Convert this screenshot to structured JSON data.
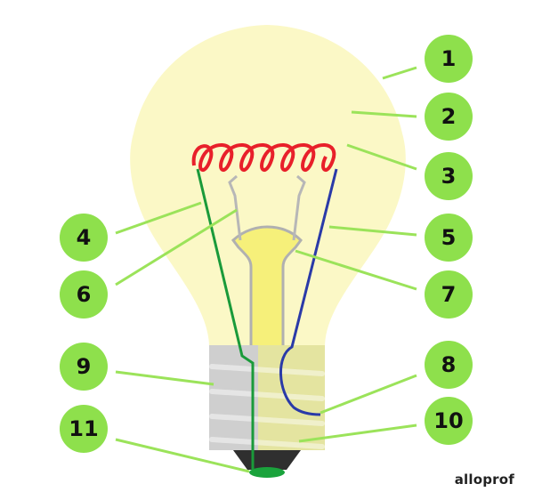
{
  "diagram": {
    "colors": {
      "glass": "#fbf8c6",
      "base_light": "#e4e4a0",
      "base_grey": "#cfcfcf",
      "base_grey_dark": "#a8a8a8",
      "base_tip_dark": "#2f2f2f",
      "contact_green": "#1aa33c",
      "filament_red": "#e8202a",
      "support_wire": "#b7b7b7",
      "stem": "#f6f07a",
      "stem_edge": "#b0b0b0",
      "lead_green": "#1a9a3a",
      "lead_blue": "#2a3aa8",
      "callout_fill": "#8ee04c",
      "callout_line": "#9be35a",
      "number_text": "#111111"
    },
    "callouts": [
      {
        "number": "1"
      },
      {
        "number": "2"
      },
      {
        "number": "3"
      },
      {
        "number": "4"
      },
      {
        "number": "5"
      },
      {
        "number": "6"
      },
      {
        "number": "7"
      },
      {
        "number": "8"
      },
      {
        "number": "9"
      },
      {
        "number": "10"
      },
      {
        "number": "11"
      }
    ]
  },
  "brand": "alloprof"
}
